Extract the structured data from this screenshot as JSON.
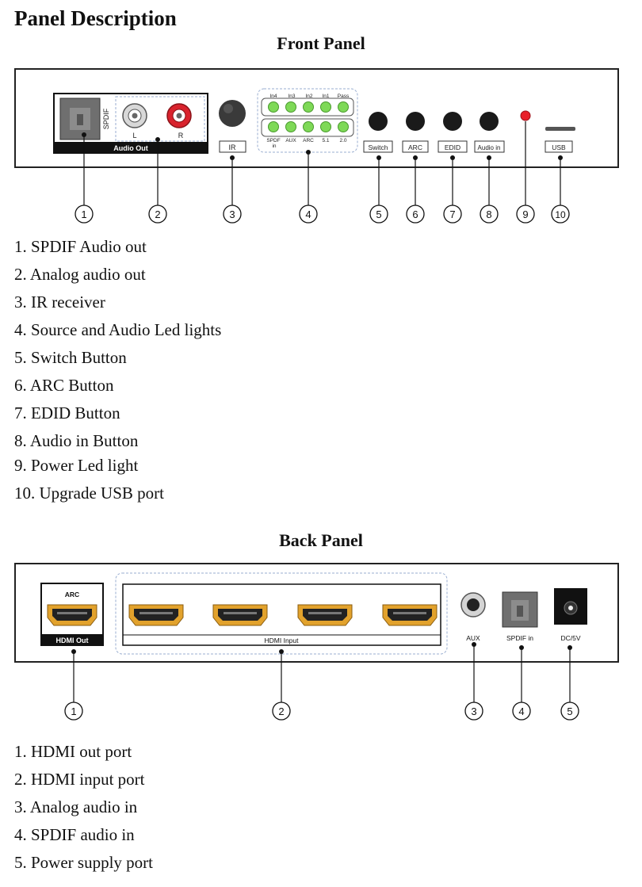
{
  "title": "Panel Description",
  "front": {
    "heading": "Front Panel",
    "labels": {
      "spdif": "SPDIF",
      "audio_out": "Audio Out",
      "l": "L",
      "r": "R",
      "ir": "IR",
      "led_top": [
        "In4",
        "In3",
        "In2",
        "In1",
        "Pass"
      ],
      "led_bottom": [
        "SPDF",
        "AUX",
        "ARC",
        "5.1",
        "2.0"
      ],
      "led_in": "in",
      "switch": "Switch",
      "arc": "ARC",
      "edid": "EDID",
      "audio_in": "Audio in",
      "usb": "USB"
    },
    "callouts": [
      "1",
      "2",
      "3",
      "4",
      "5",
      "6",
      "7",
      "8",
      "9",
      "10"
    ],
    "items": [
      "1. SPDIF Audio out",
      "2. Analog audio out",
      "3. IR receiver",
      "4. Source and Audio Led lights",
      "5. Switch Button",
      "6. ARC Button",
      "7. EDID Button",
      "8. Audio in Button",
      "9. Power Led light",
      "10. Upgrade USB port"
    ]
  },
  "back": {
    "heading": "Back Panel",
    "labels": {
      "arc": "ARC",
      "hdmi_out": "HDMI Out",
      "hdmi_input": "HDMI Input",
      "aux": "AUX",
      "spdif_in": "SPDIF in",
      "dc": "DC/5V"
    },
    "callouts": [
      "1",
      "2",
      "3",
      "4",
      "5"
    ],
    "items": [
      "1. HDMI out port",
      "2. HDMI input port",
      "3. Analog audio in",
      "4. SPDIF audio in",
      "5. Power supply port"
    ]
  },
  "colors": {
    "led_green": "#7ed957",
    "power_led": "#e8202a",
    "rca_red": "#d9232d",
    "hdmi_gold": "#e2a22c",
    "button": "#1a1a1a"
  }
}
